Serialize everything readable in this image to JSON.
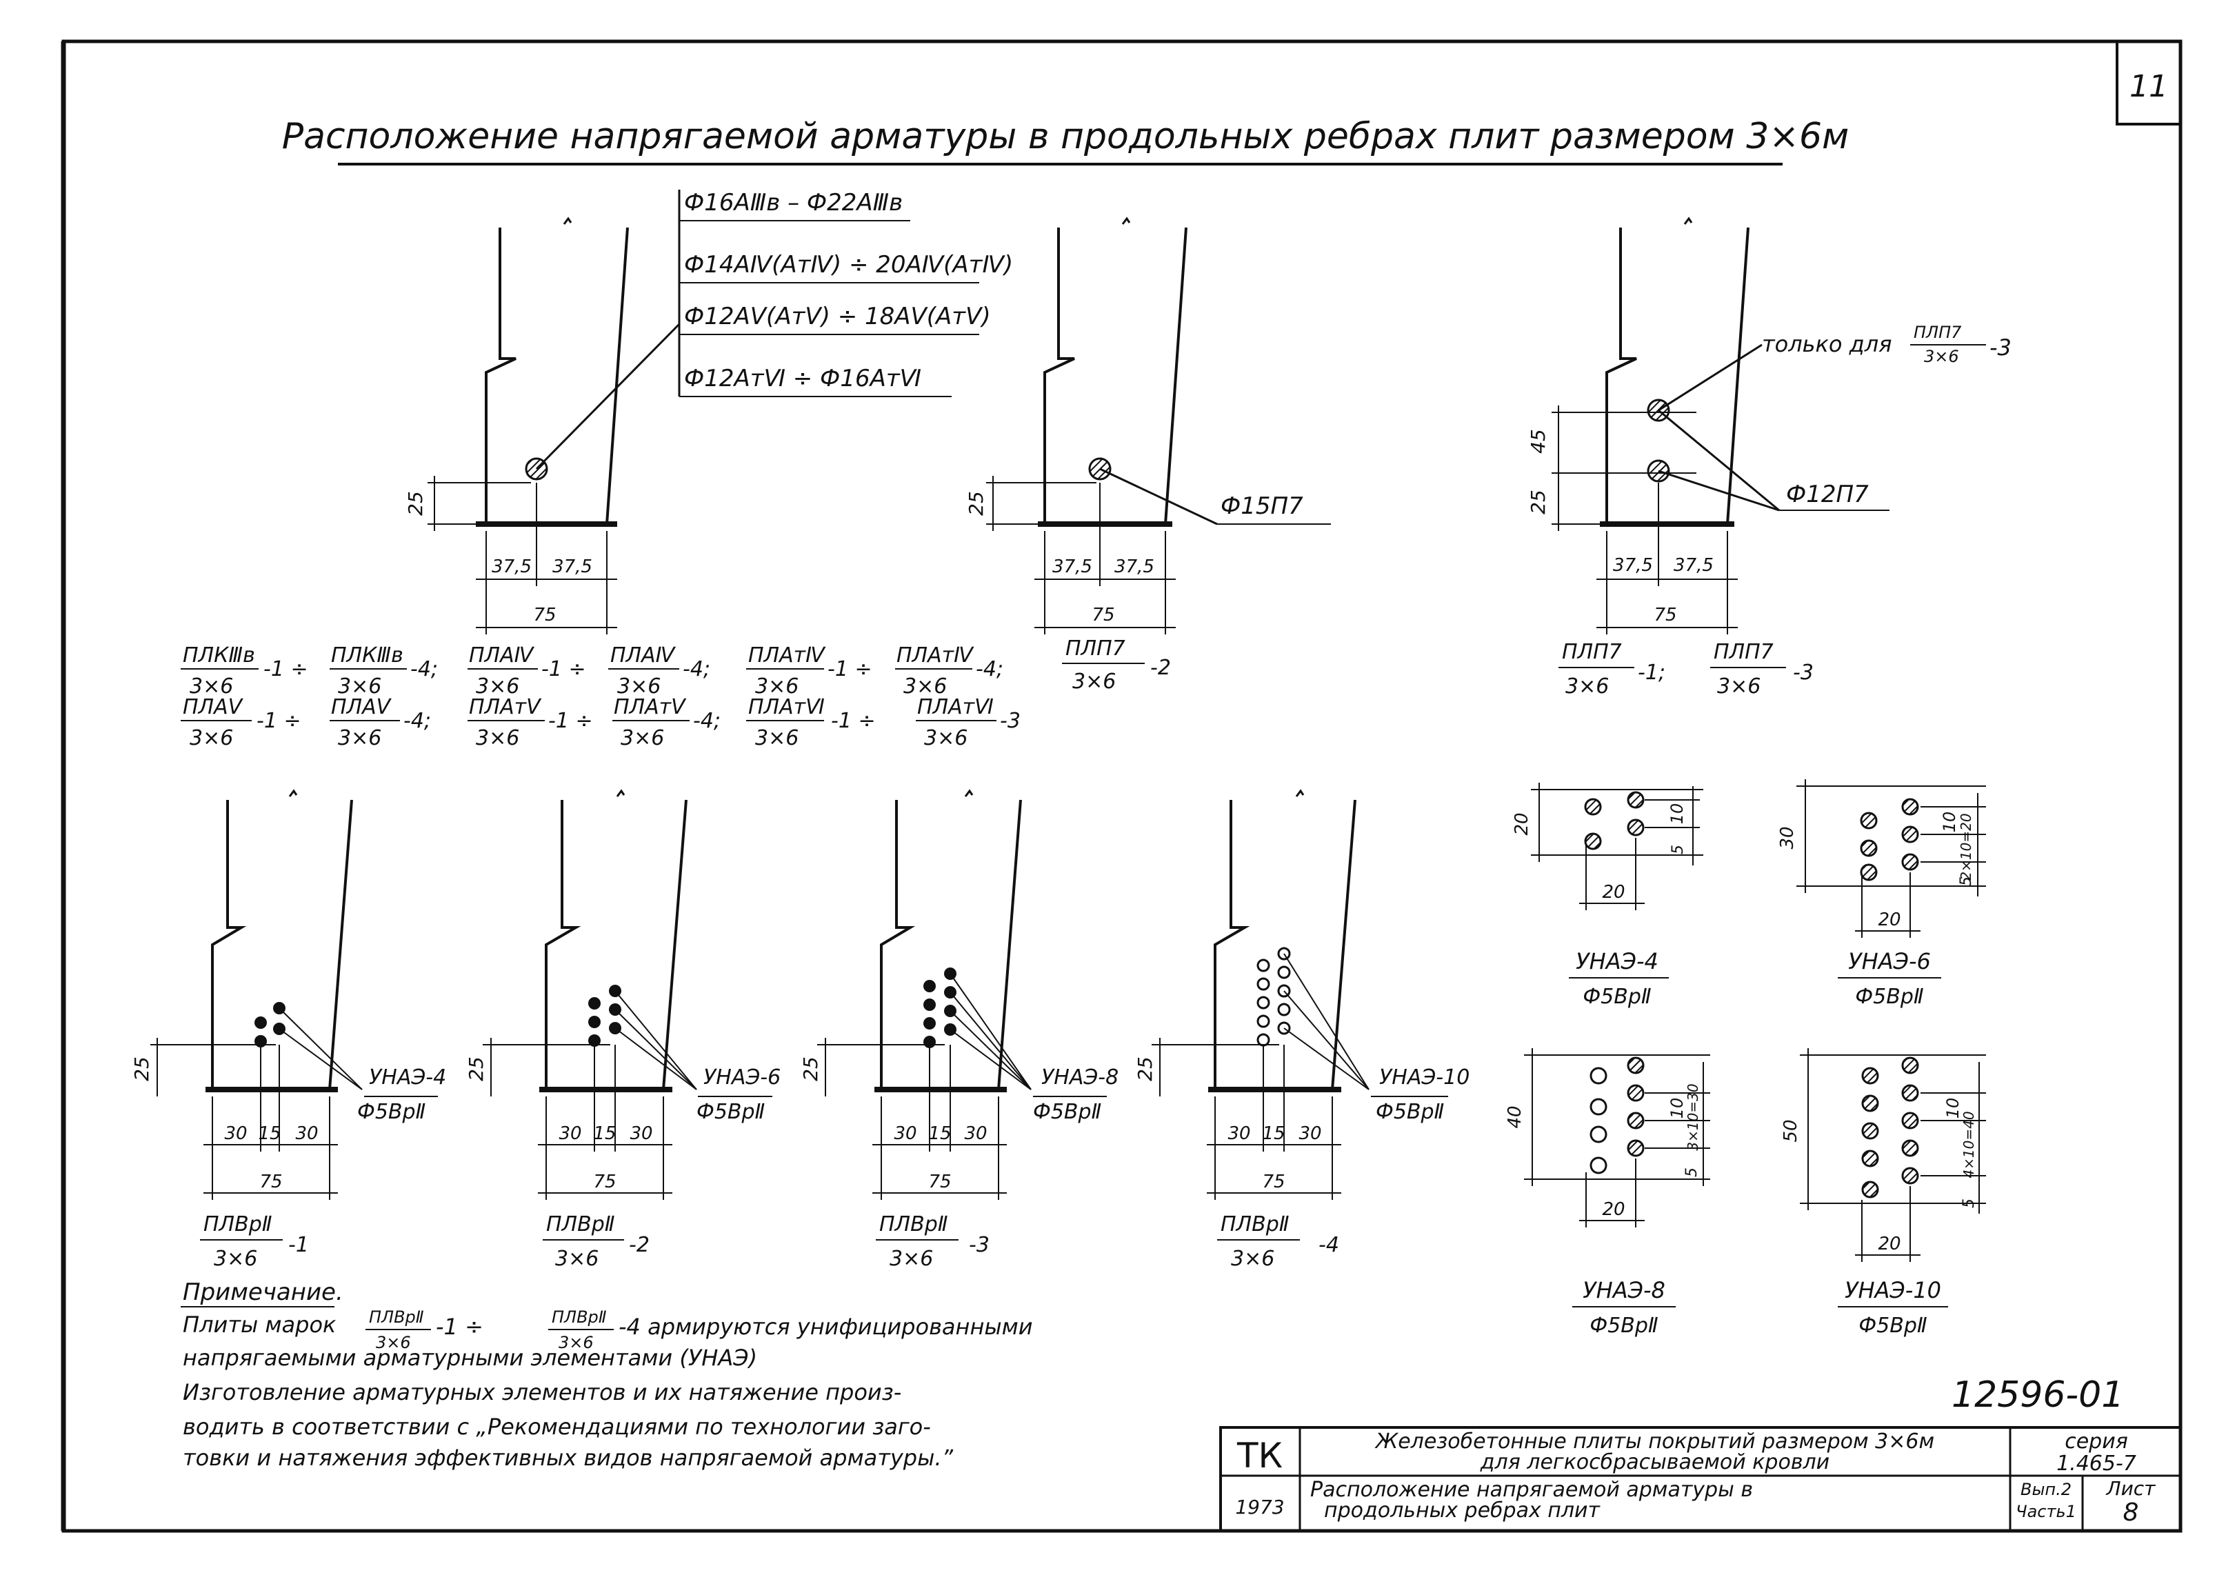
{
  "page": {
    "sheet_no": "11",
    "title": "Расположение напрягаемой арматуры в продольных ребрах плит размером 3×6м",
    "drawing_no": "12596-01"
  },
  "section1": {
    "callouts": [
      "Ф16АⅢв – Ф22АⅢв",
      "Ф14АⅣ(АтⅣ) ÷ 20АⅣ(АтⅣ)",
      "Ф12АⅤ(АтⅤ) ÷ 18АⅤ(АтⅤ)",
      "Ф12АтⅥ ÷ Ф16АтⅥ"
    ],
    "dim_25": "25",
    "dim_a": "37,5",
    "dim_b": "37,5",
    "dim_total": "75",
    "marks_line1": [
      {
        "num": "ПЛКⅢв",
        "den": "3×6",
        "suffix": "-1 ÷"
      },
      {
        "num": "ПЛКⅢв",
        "den": "3×6",
        "suffix": "-4;"
      },
      {
        "num": "ПЛАⅣ",
        "den": "3×6",
        "suffix": "-1 ÷"
      },
      {
        "num": "ПЛАⅣ",
        "den": "3×6",
        "suffix": "-4;"
      },
      {
        "num": "ПЛАтⅣ",
        "den": "3×6",
        "suffix": "-1 ÷"
      },
      {
        "num": "ПЛАтⅣ",
        "den": "3×6",
        "suffix": "-4;"
      }
    ],
    "marks_line2": [
      {
        "num": "ПЛАⅤ",
        "den": "3×6",
        "suffix": "-1 ÷"
      },
      {
        "num": "ПЛАⅤ",
        "den": "3×6",
        "suffix": "-4;"
      },
      {
        "num": "ПЛАтⅤ",
        "den": "3×6",
        "suffix": "-1 ÷"
      },
      {
        "num": "ПЛАтⅤ",
        "den": "3×6",
        "suffix": "-4;"
      },
      {
        "num": "ПЛАтⅥ",
        "den": "3×6",
        "suffix": "-1 ÷"
      },
      {
        "num": "ПЛАтⅥ",
        "den": "3×6",
        "suffix": "-3"
      }
    ]
  },
  "section2": {
    "callout": "Ф15П7",
    "dim_25": "25",
    "dim_a": "37,5",
    "dim_b": "37,5",
    "dim_total": "75",
    "mark": {
      "num": "ПЛП7",
      "den": "3×6",
      "suffix": "-2"
    }
  },
  "section3": {
    "note": "только для",
    "note_mark_num": "ПЛП7",
    "note_mark_den": "3×6",
    "note_suffix": "-3",
    "callout": "Ф12П7",
    "dim_45": "45",
    "dim_25": "25",
    "dim_a": "37,5",
    "dim_b": "37,5",
    "dim_total": "75",
    "marks": [
      {
        "num": "ПЛП7",
        "den": "3×6",
        "suffix": "-1;"
      },
      {
        "num": "ПЛП7",
        "den": "3×6",
        "suffix": "-3"
      }
    ]
  },
  "bottom_ribs": [
    {
      "callout": "УНАЭ-4",
      "callout2": "Ф5ВрⅡ",
      "d25": "25",
      "d1": "30",
      "d2": "15",
      "d3": "30",
      "dt": "75",
      "mark_num": "ПЛВрⅡ",
      "mark_den": "3×6",
      "mark_suffix": "-1"
    },
    {
      "callout": "УНАЭ-6",
      "callout2": "Ф5ВрⅡ",
      "d25": "25",
      "d1": "30",
      "d2": "15",
      "d3": "30",
      "dt": "75",
      "mark_num": "ПЛВрⅡ",
      "mark_den": "3×6",
      "mark_suffix": "-2"
    },
    {
      "callout": "УНАЭ-8",
      "callout2": "Ф5ВрⅡ",
      "d25": "25",
      "d1": "30",
      "d2": "15",
      "d3": "30",
      "dt": "75",
      "mark_num": "ПЛВрⅡ",
      "mark_den": "3×6",
      "mark_suffix": "-3"
    },
    {
      "callout": "УНАЭ-10",
      "callout2": "Ф5ВрⅡ",
      "d25": "25",
      "d1": "30",
      "d2": "15",
      "d3": "30",
      "dt": "75",
      "mark_num": "ПЛВрⅡ",
      "mark_den": "3×6",
      "mark_suffix": "-4"
    }
  ],
  "elements": [
    {
      "name": "УНАЭ-4",
      "sub": "Ф5ВрⅡ",
      "h": "20",
      "s": "10",
      "e": "5",
      "w": "20"
    },
    {
      "name": "УНАЭ-6",
      "sub": "Ф5ВрⅡ",
      "h": "30",
      "s": "10",
      "e": "5",
      "w": "20",
      "sum": "2×10=20"
    },
    {
      "name": "УНАЭ-8",
      "sub": "Ф5ВрⅡ",
      "h": "40",
      "s": "10",
      "e": "5",
      "w": "20",
      "sum": "3×10=30"
    },
    {
      "name": "УНАЭ-10",
      "sub": "Ф5ВрⅡ",
      "h": "50",
      "s": "10",
      "e": "5",
      "w": "20",
      "sum": "4×10=40"
    }
  ],
  "note": {
    "heading": "Примечание.",
    "line1_a": "Плиты марок",
    "line1_mark1_num": "ПЛВрⅡ",
    "line1_mark1_den": "3×6",
    "line1_mid": "-1 ÷",
    "line1_mark2_num": "ПЛВрⅡ",
    "line1_mark2_den": "3×6",
    "line1_b": "-4 армируются унифицированными",
    "line2": "напрягаемыми арматурными элементами (УНАЭ)",
    "line3": "Изготовление арматурных элементов и их натяжение произ-",
    "line4": "водить в соответствии с „Рекомендациями по технологии заго-",
    "line5": "товки и натяжения эффективных видов напрягаемой арматуры.”"
  },
  "title_block": {
    "tk": "ТК",
    "desc1": "Железобетонные плиты покрытий размером 3×6м",
    "desc2": "для легкосбрасываемой кровли",
    "series_label": "серия",
    "series": "1.465-7",
    "year": "1973",
    "sheet_desc1": "Расположение напрягаемой арматуры в",
    "sheet_desc2": "продольных ребрах плит",
    "issue": "Вып.2",
    "part": "Часть1",
    "list_label": "Лист",
    "list_no": "8"
  }
}
